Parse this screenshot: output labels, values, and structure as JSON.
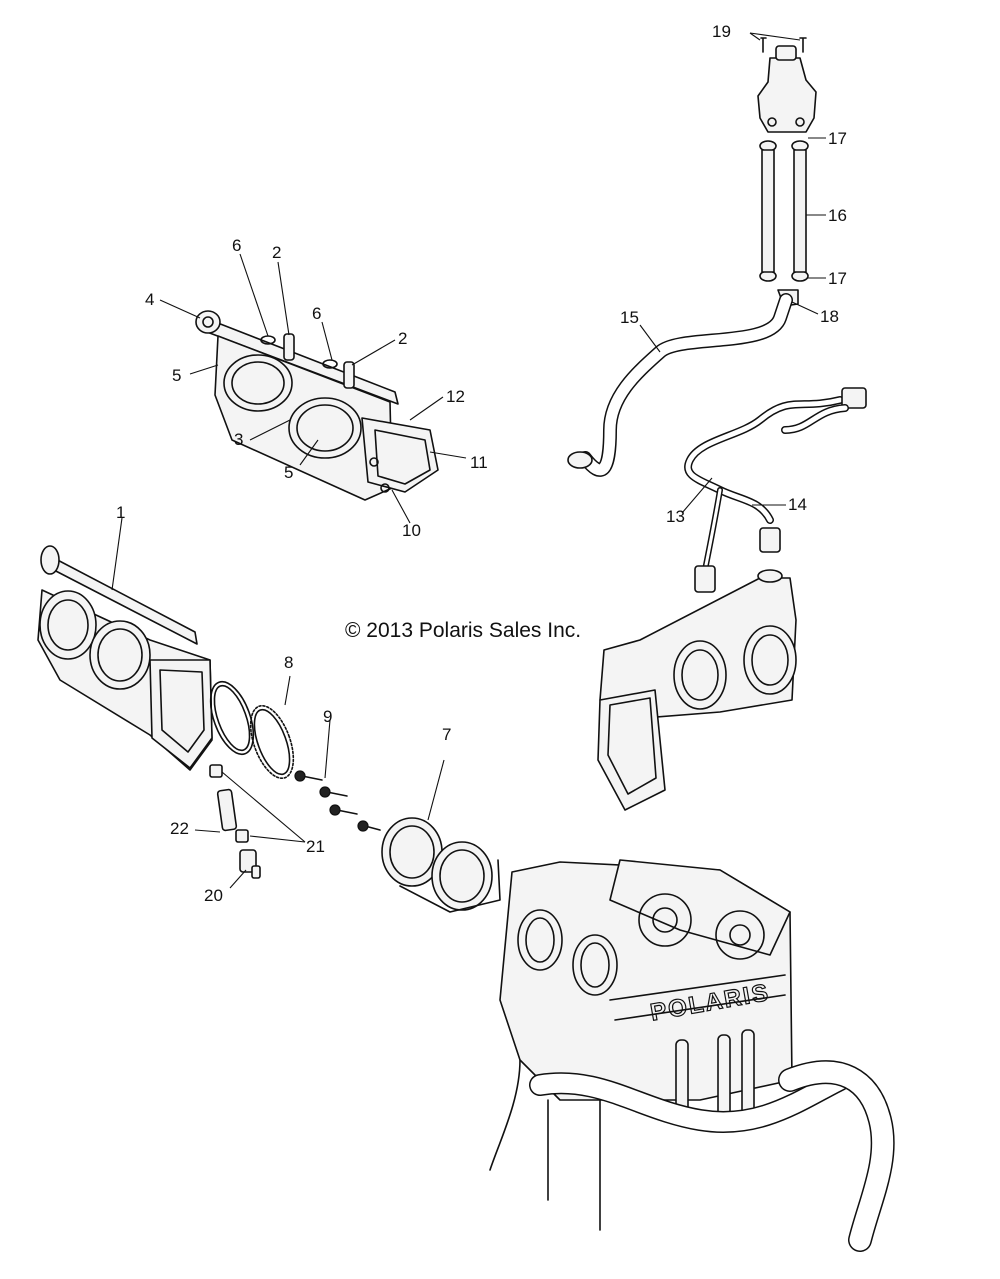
{
  "copyright": "© 2013 Polaris Sales Inc.",
  "callouts": {
    "c1": "1",
    "c2a": "2",
    "c2b": "2",
    "c3": "3",
    "c4": "4",
    "c5a": "5",
    "c5b": "5",
    "c6a": "6",
    "c6b": "6",
    "c7": "7",
    "c8": "8",
    "c9": "9",
    "c10": "10",
    "c11": "11",
    "c12": "12",
    "c13": "13",
    "c14": "14",
    "c15": "15",
    "c16": "16",
    "c17a": "17",
    "c17b": "17",
    "c18": "18",
    "c19": "19",
    "c20": "20",
    "c21": "21",
    "c22": "22"
  },
  "logo_text": "POLARIS"
}
